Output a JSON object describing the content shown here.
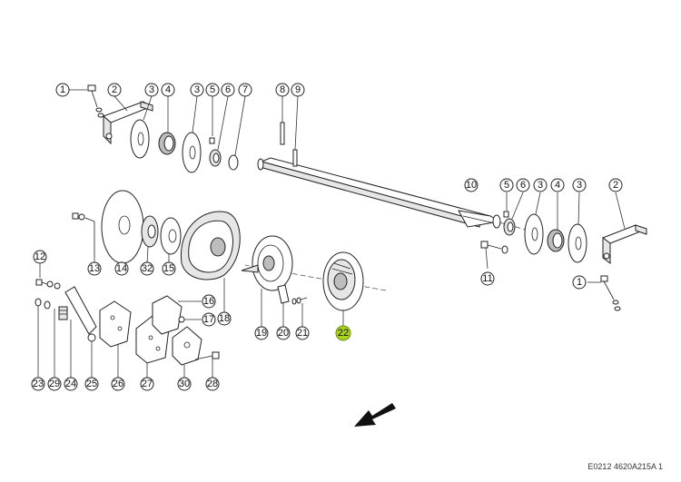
{
  "callouts": [
    {
      "id": "c1a",
      "label": "1"
    },
    {
      "id": "c2a",
      "label": "2"
    },
    {
      "id": "c3a",
      "label": "3"
    },
    {
      "id": "c4a",
      "label": "4"
    },
    {
      "id": "c3b",
      "label": "3"
    },
    {
      "id": "c5a",
      "label": "5"
    },
    {
      "id": "c6a",
      "label": "6"
    },
    {
      "id": "c7a",
      "label": "7"
    },
    {
      "id": "c8a",
      "label": "8"
    },
    {
      "id": "c9a",
      "label": "9"
    },
    {
      "id": "c10",
      "label": "10"
    },
    {
      "id": "c5b",
      "label": "5"
    },
    {
      "id": "c6b",
      "label": "6"
    },
    {
      "id": "c3c",
      "label": "3"
    },
    {
      "id": "c4b",
      "label": "4"
    },
    {
      "id": "c3d",
      "label": "3"
    },
    {
      "id": "c2b",
      "label": "2"
    },
    {
      "id": "c11",
      "label": "11"
    },
    {
      "id": "c1b",
      "label": "1"
    },
    {
      "id": "c13",
      "label": "13"
    },
    {
      "id": "c14",
      "label": "14"
    },
    {
      "id": "c32",
      "label": "32"
    },
    {
      "id": "c15",
      "label": "15"
    },
    {
      "id": "c12",
      "label": "12"
    },
    {
      "id": "c16",
      "label": "16"
    },
    {
      "id": "c17",
      "label": "17"
    },
    {
      "id": "c18",
      "label": "18"
    },
    {
      "id": "c19",
      "label": "19"
    },
    {
      "id": "c20",
      "label": "20"
    },
    {
      "id": "c21",
      "label": "21"
    },
    {
      "id": "c22",
      "label": "22",
      "highlight": true
    },
    {
      "id": "c23",
      "label": "23"
    },
    {
      "id": "c29",
      "label": "29"
    },
    {
      "id": "c24",
      "label": "24"
    },
    {
      "id": "c25",
      "label": "25"
    },
    {
      "id": "c26",
      "label": "26"
    },
    {
      "id": "c27",
      "label": "27"
    },
    {
      "id": "c30",
      "label": "30"
    },
    {
      "id": "c28",
      "label": "28"
    }
  ],
  "doc_code": "E0212 4620A215A 1",
  "colors": {
    "highlight": "#a8d31e",
    "line": "#222222",
    "background": "#ffffff"
  }
}
